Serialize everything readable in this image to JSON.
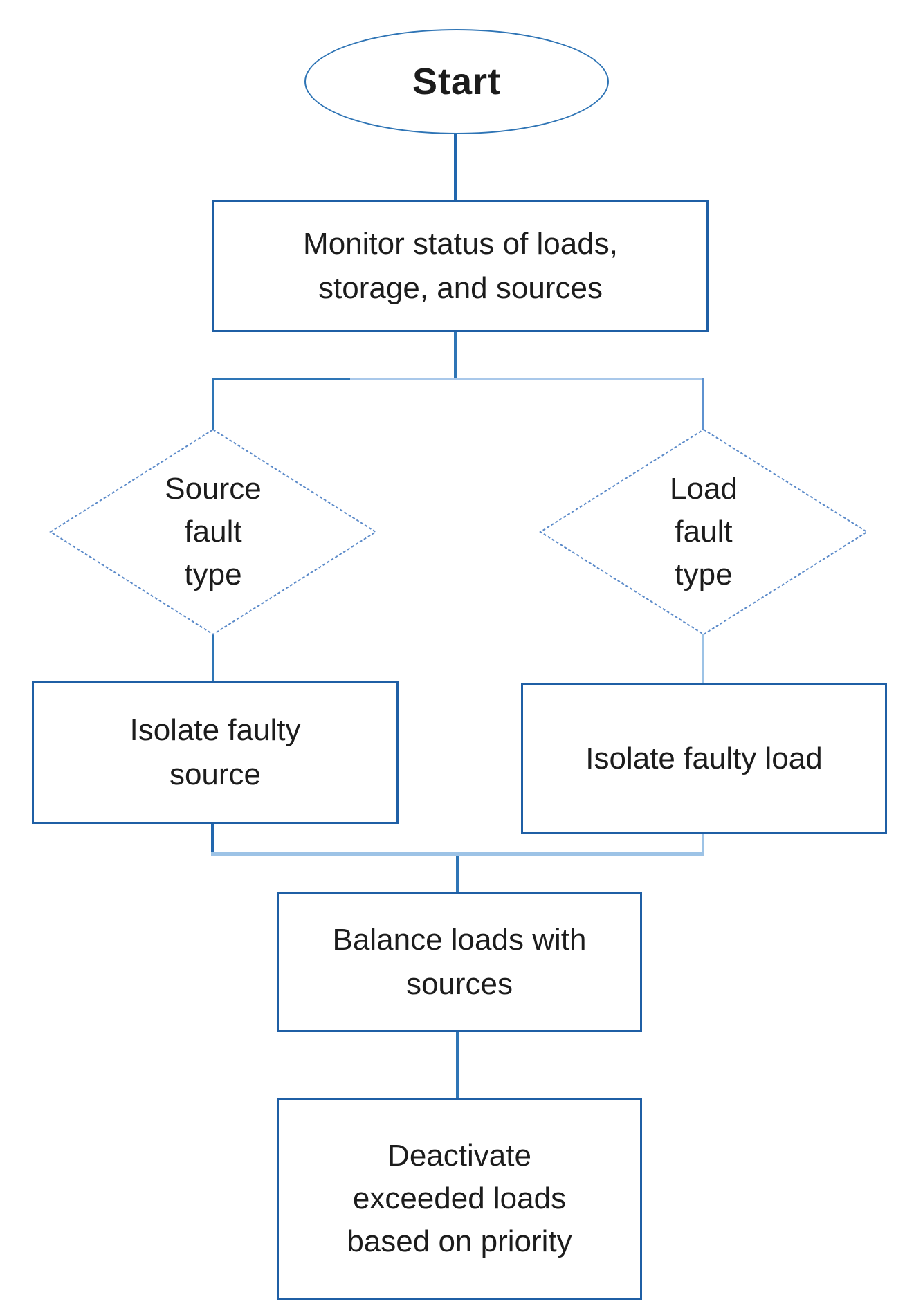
{
  "diagram_type": "flowchart",
  "colors": {
    "box_border": "#1f5fa5",
    "ellipse_border": "#2e74b5",
    "diamond_border": "#5b8ac9",
    "connector_medium": "#2e75b6",
    "connector_light": "#9dc3e6",
    "text": "#1c1c1c",
    "background": "#ffffff"
  },
  "nodes": {
    "start": {
      "type": "terminator",
      "label": "Start"
    },
    "monitor": {
      "type": "process",
      "label": "Monitor status of loads,\nstorage, and sources"
    },
    "source_fault": {
      "type": "decision",
      "label": "Source\nfault\ntype"
    },
    "load_fault": {
      "type": "decision",
      "label": "Load\nfault\ntype"
    },
    "isolate_source": {
      "type": "process",
      "label": "Isolate faulty\nsource"
    },
    "isolate_load": {
      "type": "process",
      "label": "Isolate faulty load"
    },
    "balance": {
      "type": "process",
      "label": "Balance loads with\nsources"
    },
    "deactivate": {
      "type": "process",
      "label": "Deactivate\nexceeded loads\nbased on priority"
    }
  },
  "edges": [
    {
      "from": "start",
      "to": "monitor"
    },
    {
      "from": "monitor",
      "to": "source_fault"
    },
    {
      "from": "monitor",
      "to": "load_fault"
    },
    {
      "from": "source_fault",
      "to": "isolate_source"
    },
    {
      "from": "load_fault",
      "to": "isolate_load"
    },
    {
      "from": "isolate_source",
      "to": "balance"
    },
    {
      "from": "isolate_load",
      "to": "balance"
    },
    {
      "from": "balance",
      "to": "deactivate"
    }
  ]
}
